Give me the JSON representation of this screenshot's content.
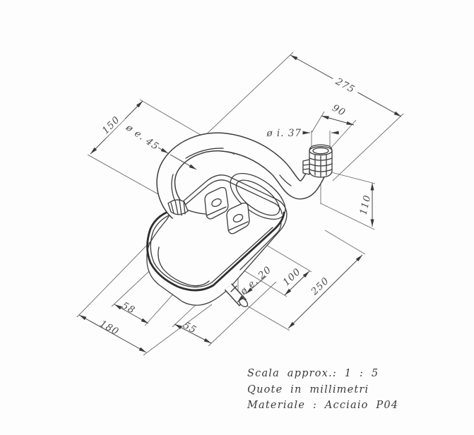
{
  "drawing": {
    "dims": {
      "overall_length": "275",
      "tip_offset": "90",
      "inlet_inner_dia": "ø i. 37",
      "pipe_loop_width": "150",
      "pipe_outer_dia": "ø e. 45",
      "tip_drop_height": "110",
      "outlet_outer_dia": "ø e. 20",
      "outlet_offset": "100",
      "rear_length": "250",
      "bracket_spacing": "58",
      "body_length": "180",
      "outlet_spacing": "55"
    },
    "notes": {
      "scale": "Scala approx.: 1 : 5",
      "units": "Quote in millimetri",
      "material": "Materiale : Acciaio P04"
    }
  }
}
